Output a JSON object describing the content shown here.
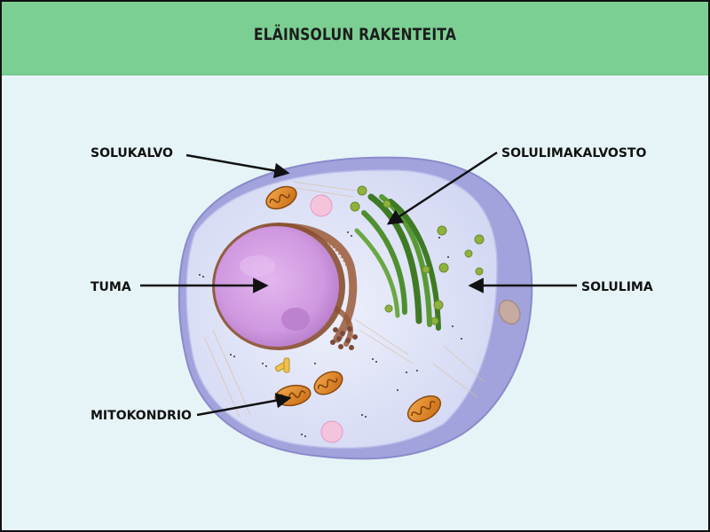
{
  "title": "ELÄINSOLUN RAKENTEITA",
  "labels": {
    "solukalvo": "SOLUKALVO",
    "solulimakalvosto": "SOLULIMAKALVOSTO",
    "tuma": "TUMA",
    "solulima": "SOLULIMA",
    "mitokondrio": "MITOKONDRIO"
  },
  "colors": {
    "header": "#7ccf93",
    "background": "#e6f4f7",
    "cell_membrane": "#a8a8e0",
    "cytoplasm": "#dfe4f7",
    "nucleus": "#c98fdc",
    "golgi": "#4f8f2e",
    "mitochondria": "#e08a2a"
  }
}
